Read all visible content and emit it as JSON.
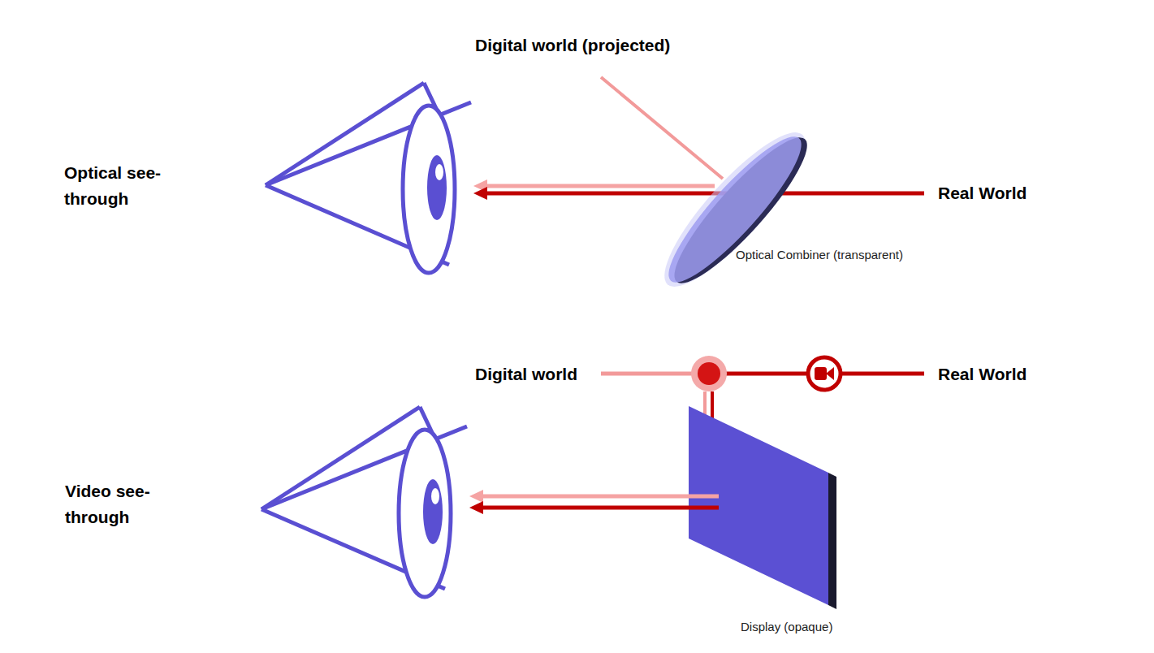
{
  "diagram": {
    "nodes": [
      {
        "text": [
          "Optical Combiner (transparent)"
        ]
      },
      {
        "text": [
          "Display (opaque)"
        ]
      }
    ],
    "labels": [
      "Digital world (projected)",
      "Optical see-through",
      "Real World",
      "Digital world",
      "Real World",
      "Video see-through"
    ]
  }
}
